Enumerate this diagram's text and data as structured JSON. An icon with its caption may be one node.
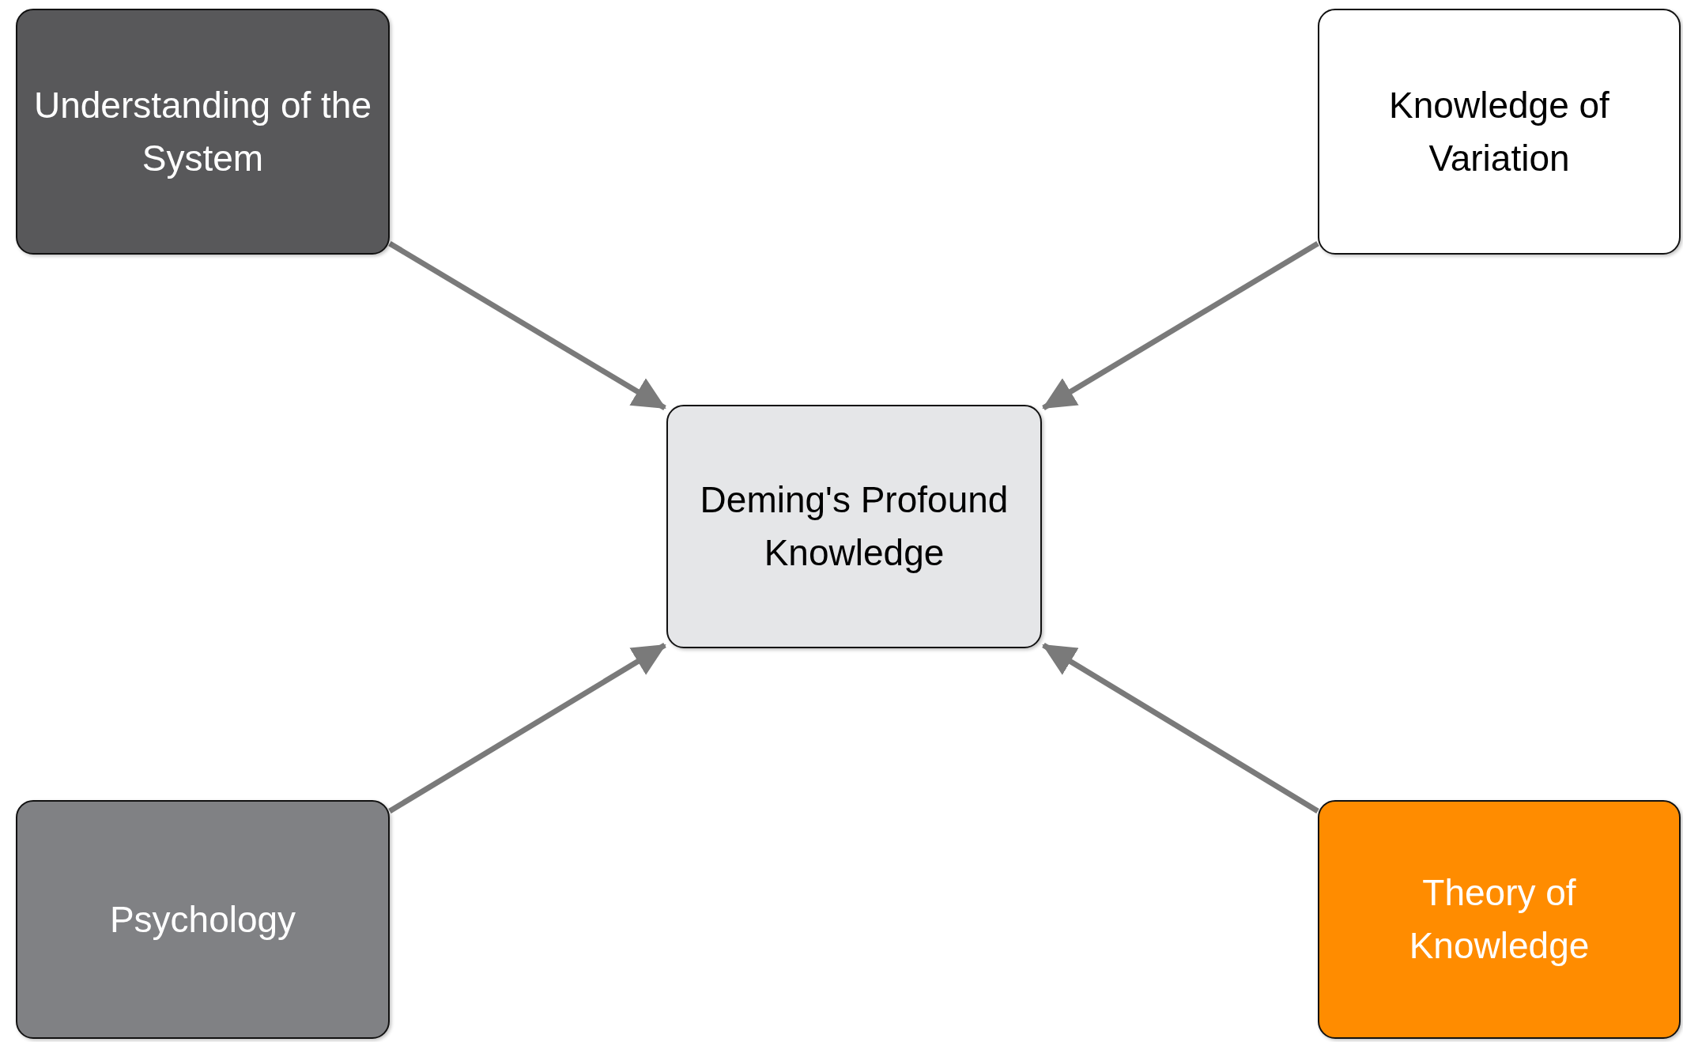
{
  "diagram": {
    "nodes": [
      {
        "text": [
          "Understanding of the System"
        ]
      },
      {
        "text": [
          "Knowledge of Variation"
        ]
      },
      {
        "text": [
          "Deming's Profound Knowledge"
        ]
      },
      {
        "text": [
          "Psychology"
        ]
      },
      {
        "text": [
          "Theory of Knowledge"
        ]
      }
    ],
    "edges": [
      {
        "from": 0,
        "to": 2,
        "arrow": "to"
      },
      {
        "from": 1,
        "to": 2,
        "arrow": "to"
      },
      {
        "from": 3,
        "to": 2,
        "arrow": "to"
      },
      {
        "from": 4,
        "to": 2,
        "arrow": "to"
      }
    ]
  }
}
